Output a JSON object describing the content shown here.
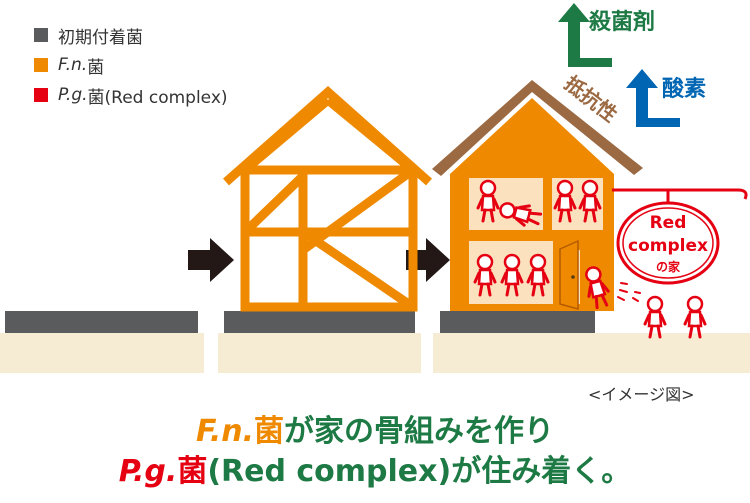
{
  "legend": [
    {
      "prefix": "",
      "label": "初期付着菌",
      "color": "#5a5b5d"
    },
    {
      "prefix": "F.n.",
      "label": "菌",
      "color": "#ef8a00"
    },
    {
      "prefix": "P.g.",
      "label": "菌(Red complex)",
      "color": "#e50012"
    }
  ],
  "labels": {
    "sterilizer": "殺菌剤",
    "oxygen": "酸素",
    "resistance": "抵抗性",
    "sign_line1": "Red",
    "sign_line2": "complex",
    "sign_line3": "の家",
    "image_note": "<イメージ図>"
  },
  "caption": {
    "line1_prefix": "F.n.",
    "line1_orange": "菌",
    "line1_rest": "が家の骨組みを作り",
    "line2_prefix": "P.g.",
    "line2_red": "菌",
    "line2_rest": "(Red complex)が住み着く。"
  },
  "colors": {
    "gray_base": "#5a5b5d",
    "cream": "#f6ecd4",
    "orange": "#ef8a00",
    "red": "#e50012",
    "green": "#1d7a44",
    "blue": "#0066b3",
    "brown": "#9b6a43",
    "room": "#fce1bf"
  }
}
